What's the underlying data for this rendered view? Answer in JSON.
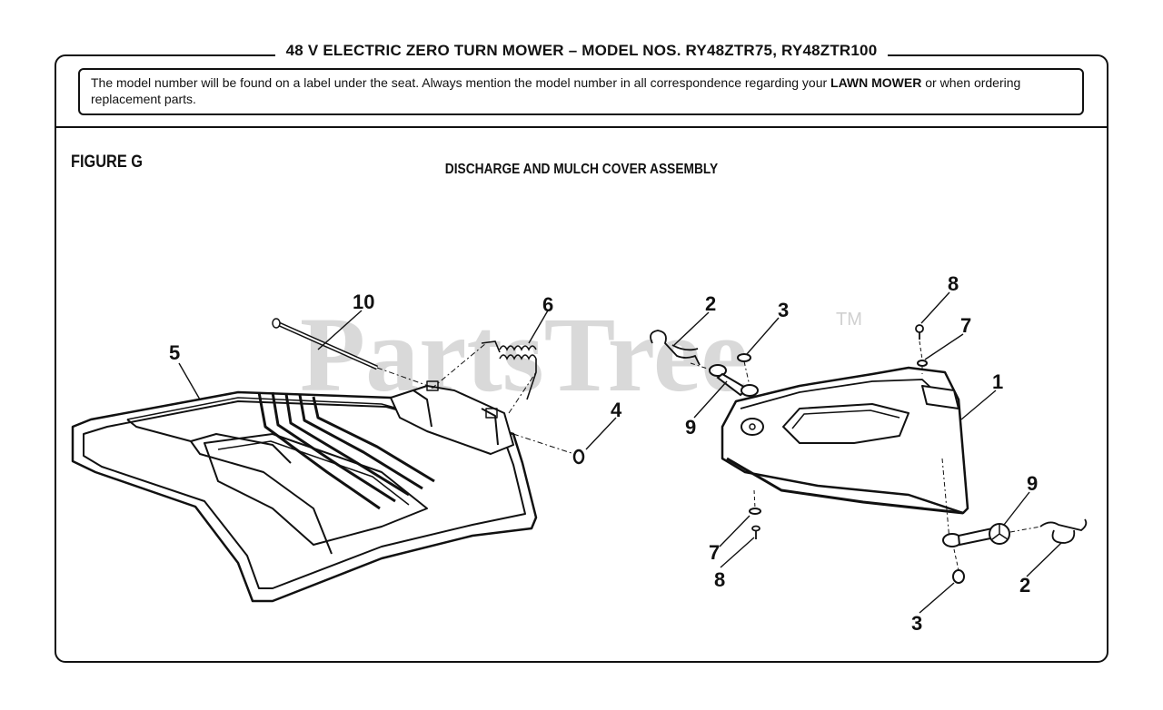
{
  "header": {
    "title": "48 V ELECTRIC ZERO TURN MOWER – MODEL NOS. RY48ZTR75, RY48ZTR100"
  },
  "notice": {
    "text_before": "The model number will be found on a label under the seat. Always mention the model number in all correspondence regarding your ",
    "bold": "LAWN MOWER",
    "text_after": " or when ordering replacement parts."
  },
  "figure": {
    "label": "FIGURE G",
    "title": "DISCHARGE AND MULCH COVER ASSEMBLY"
  },
  "watermark": {
    "text": "PartsTree",
    "tm": "TM"
  },
  "callouts": {
    "c10": "10",
    "c6": "6",
    "c5": "5",
    "c4": "4",
    "c2a": "2",
    "c3a": "3",
    "c9a": "9",
    "c8a": "8",
    "c7a": "7",
    "c1": "1",
    "c9b": "9",
    "c7b": "7",
    "c8b": "8",
    "c2b": "2",
    "c3b": "3"
  }
}
